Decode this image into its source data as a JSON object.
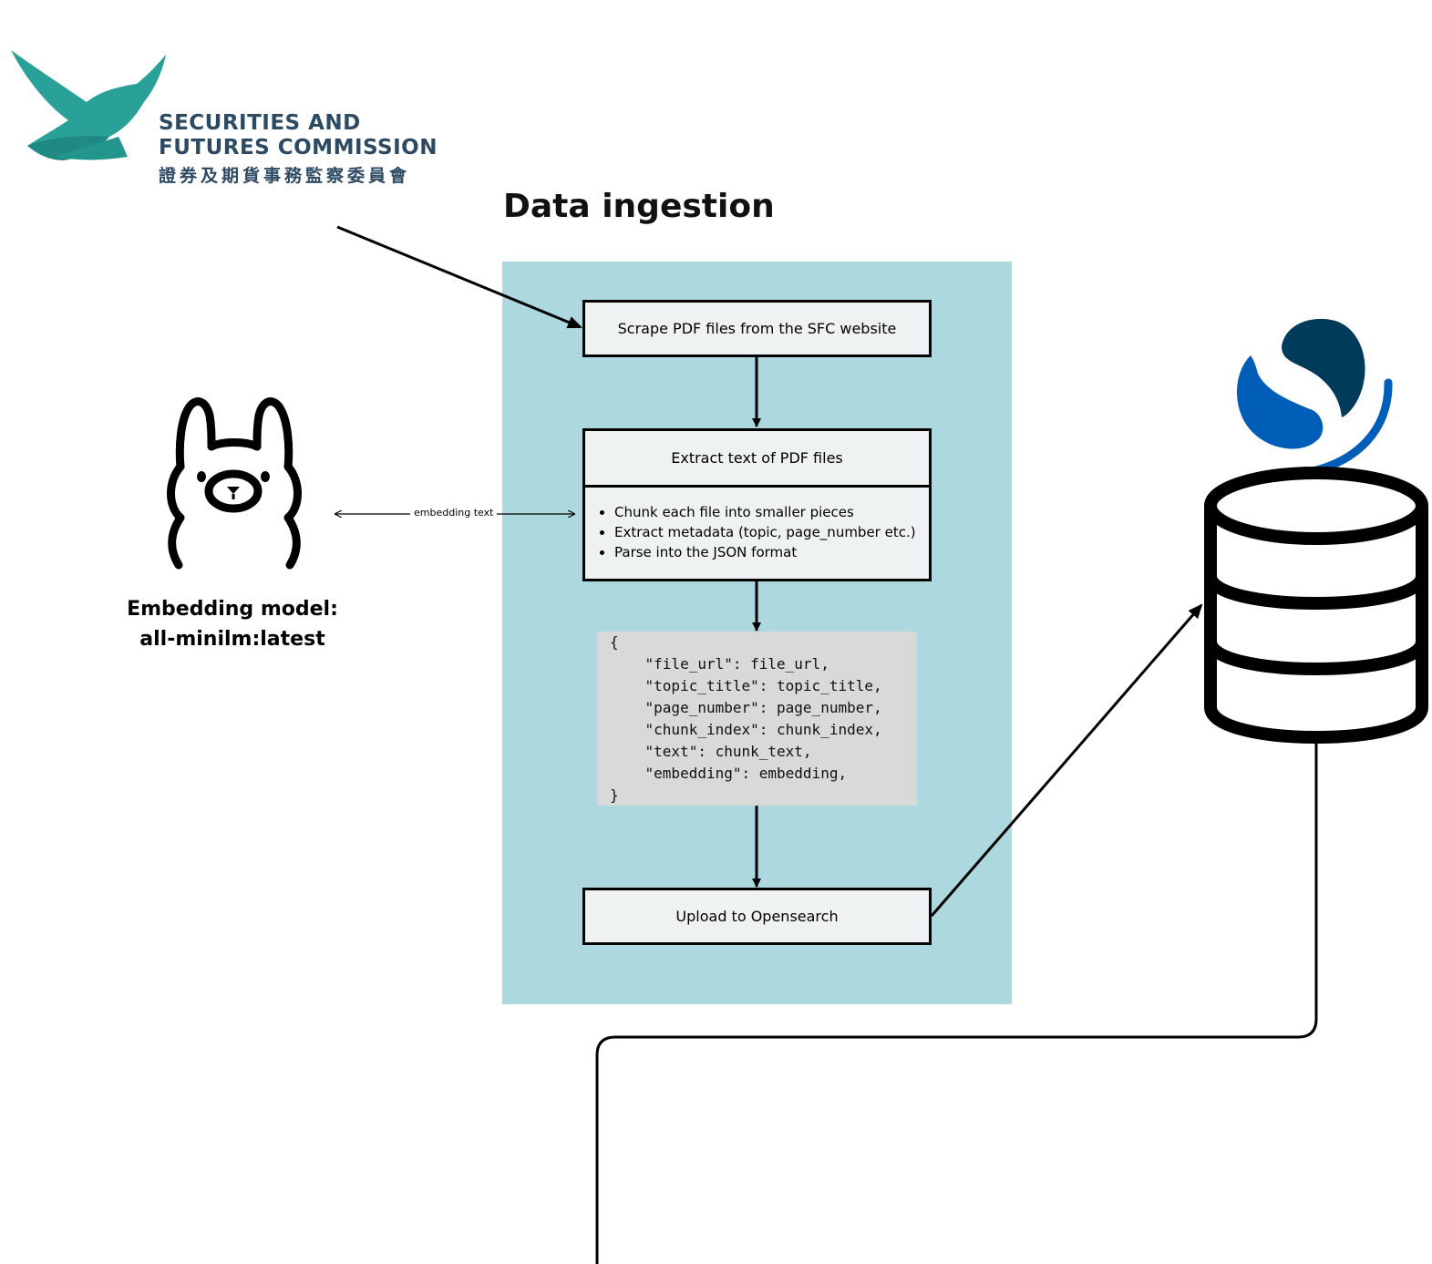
{
  "logo": {
    "line1": "SECURITIES AND",
    "line2": "FUTURES COMMISSION",
    "chinese": "證券及期貨事務監察委員會",
    "colors": {
      "bird": "#2aa198",
      "text": "#2d4a63"
    }
  },
  "title": "Data ingestion",
  "steps": {
    "scrape": "Scrape PDF files from the SFC website",
    "extract": "Extract text of PDF files",
    "bullets": [
      "Chunk each file into smaller pieces",
      "Extract metadata (topic, page_number etc.)",
      "Parse into the JSON format"
    ],
    "upload": "Upload to Opensearch"
  },
  "json_code": [
    "{",
    "    \"file_url\": file_url,",
    "    \"topic_title\": topic_title,",
    "    \"page_number\": page_number,",
    "    \"chunk_index\": chunk_index,",
    "    \"text\": chunk_text,",
    "    \"embedding\": embedding,",
    "}"
  ],
  "embedding_edge_label": "embedding text",
  "model": {
    "line1": "Embedding model:",
    "line2": "all-minilm:latest"
  },
  "colors": {
    "panel": "#add8df",
    "box_fill": "#eef2f3",
    "code_fill": "#d9d9d9",
    "opensearch_dark": "#003b5c",
    "opensearch_blue": "#005eb8"
  },
  "icons": [
    "sfc-eagle-icon",
    "llama-icon",
    "opensearch-logo-icon",
    "database-icon"
  ]
}
